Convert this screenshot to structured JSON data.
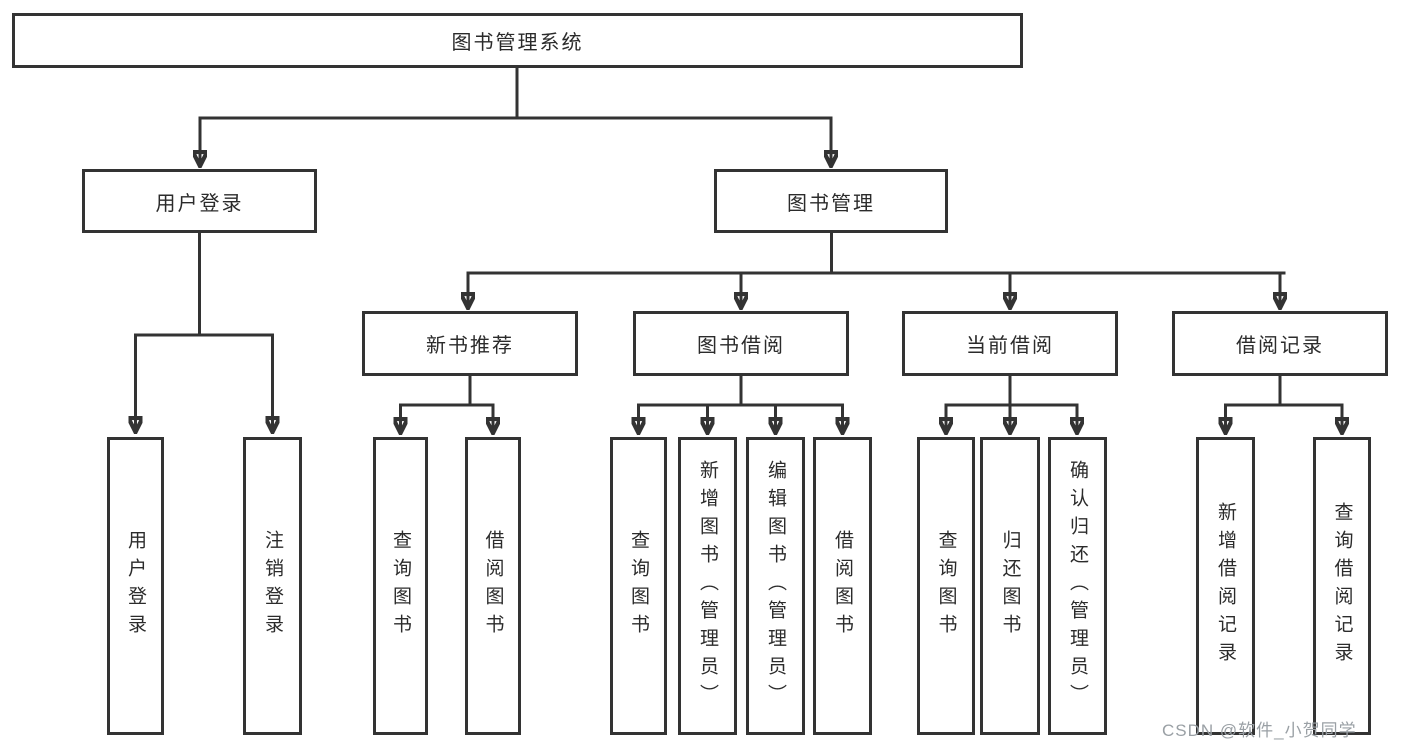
{
  "diagram": {
    "title": "图书管理系统",
    "nodes": {
      "root": "图书管理系统",
      "user_login": "用户登录",
      "book_management": "图书管理",
      "new_book_recommend": "新书推荐",
      "book_borrow": "图书借阅",
      "current_borrow": "当前借阅",
      "borrow_records": "借阅记录"
    },
    "leaves": [
      "用户登录",
      "注销登录",
      "查询图书",
      "借阅图书",
      "查询图书",
      "新增图书（管理员）",
      "编辑图书（管理员）",
      "借阅图书",
      "查询图书",
      "归还图书",
      "确认归还（管理员）",
      "新增借阅记录",
      "查询借阅记录"
    ],
    "watermark": "CSDN @软件_小贺同学",
    "colors": {
      "line": "#333333",
      "text": "#2b2b2b",
      "box_background": "#ffffff",
      "watermark": "#9aa0a5"
    }
  }
}
